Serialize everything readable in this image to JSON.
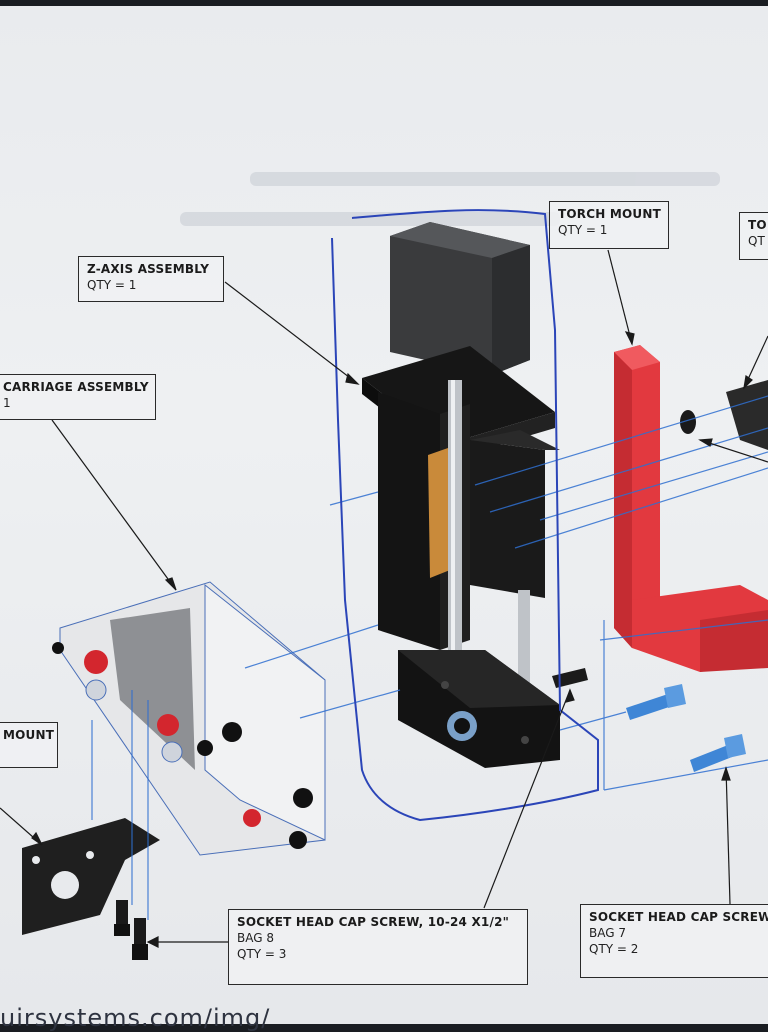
{
  "callouts": {
    "torch_mount": {
      "title": "TORCH MOUNT",
      "qty": "QTY = 1"
    },
    "torch_partial": {
      "title": "TO",
      "qty": "QT"
    },
    "z_axis": {
      "title": "Z-AXIS ASSEMBLY",
      "qty": "QTY = 1"
    },
    "carriage": {
      "title": "CARRIAGE ASSEMBLY",
      "qty": "1"
    },
    "mount_partial": {
      "title": "MOUNT"
    },
    "screw_10_24": {
      "title": "SOCKET HEAD CAP SCREW, 10-24 X1/2\"",
      "bag": "BAG 8",
      "qty": "QTY = 3"
    },
    "screw_right": {
      "title": "SOCKET HEAD CAP SCREW",
      "bag": "BAG 7",
      "qty": "QTY = 2"
    }
  },
  "footer": {
    "url_fragment": "uirsystems.com/img/"
  },
  "colors": {
    "pen": "#2b45b8",
    "torch_mount": "#e2393f",
    "screw_blue": "#3f86d6",
    "assembly_black": "#1c1c1c",
    "aluminum": "#d9dadc"
  }
}
